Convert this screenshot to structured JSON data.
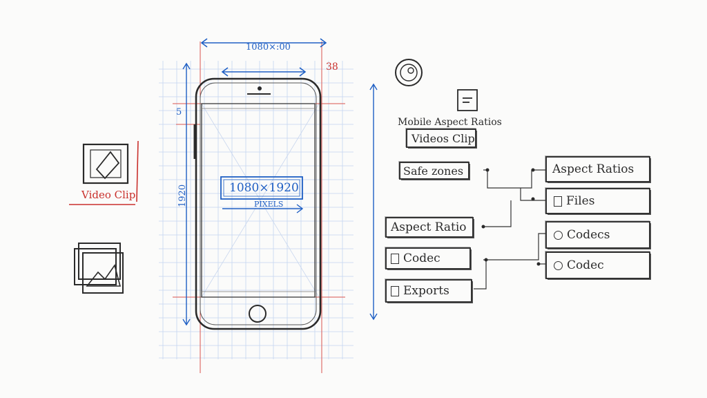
{
  "phone": {
    "top_dimension": "1080×:00",
    "corner_dimension": "38",
    "side_dimension": "5",
    "vertical_dimension": "1920",
    "resolution": "1080×1920",
    "unit": "PIXELS"
  },
  "left_icons": {
    "video_clip_label": "Video Clip"
  },
  "center_labels": {
    "header_text": "Mobile Aspect Ratios",
    "video_clip": "Videos Clip",
    "safe_zones": "Safe zones"
  },
  "left_stack": [
    {
      "label": "Aspect Ratio",
      "icon": ""
    },
    {
      "label": "Codec",
      "icon": "file-icon"
    },
    {
      "label": "Exports",
      "icon": "export-icon"
    }
  ],
  "right_stack": [
    {
      "label": "Aspect Ratios",
      "icon": ""
    },
    {
      "label": "Files",
      "icon": "file-icon"
    },
    {
      "label": "Codecs",
      "icon": "disc-icon"
    },
    {
      "label": "Codec",
      "icon": "circle-icon"
    }
  ],
  "colors": {
    "ink": "#333333",
    "red": "#c9302c",
    "blue": "#1f5fc4",
    "grid": "#b9cdee"
  }
}
